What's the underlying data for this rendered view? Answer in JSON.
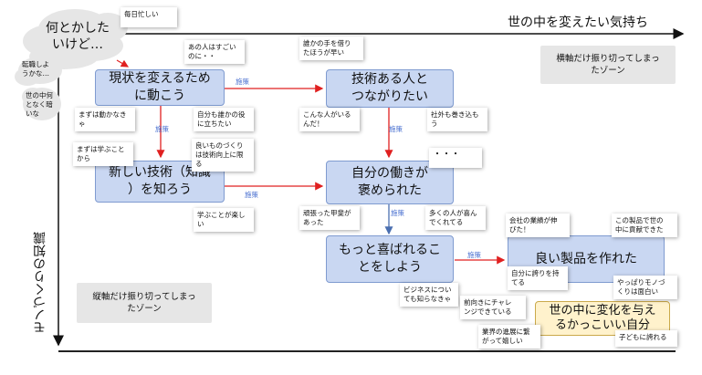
{
  "axis": {
    "x_label": "世の中を変えたい気持ち",
    "y_label": "モノづくりの知識"
  },
  "zones": {
    "horizontal": "横軸だけ振り切ってしまっ\nたゾーン",
    "vertical": "縦軸だけ振り切ってしまっ\nたゾーン"
  },
  "cloud": {
    "main": "何とかした\nいけど…",
    "small1": "転職しよ\nうかな…",
    "small2": "世の中何\nとなく暗\nいな"
  },
  "boxes": {
    "b1": "現状を変えるため\nに動こう",
    "b2": "技術ある人と\nつながりたい",
    "b3": "新しい技術（知識\n）を知ろう",
    "b4": "自分の働きが\n褒められた",
    "b5": "もっと喜ばれるこ\nとをしよう",
    "b6": "良い製品を作れた",
    "b7": "世の中に変化を与え\nるかっこいい自分"
  },
  "edge_label": "施策",
  "notes": {
    "n1": "毎日忙しい",
    "n2": "あの人はすごい\nのに・・",
    "n3": "誰かの手を借り\nたほうが早い",
    "n4": "まずは動かなき\nゃ",
    "n5": "自分も誰かの役\nに立ちたい",
    "n6": "こんな人がいる\nんだ！",
    "n7": "社外も巻き込も\nう",
    "n8": "まずは学ぶこと\nから",
    "n9": "良いものづくり\nは技術向上に限\nる",
    "n10": "・・・",
    "n11": "学ぶことが楽し\nい",
    "n12": "頑張った甲斐が\nあった",
    "n13": "多くの人が喜ん\nでくれてる",
    "n14": "会社の業績が伸\nびた！",
    "n15": "この製品で世の\n中に貢献できた",
    "n16": "自分に誇りを持\nてる",
    "n17": "ビジネスについ\nても知らなきゃ",
    "n18": "前向きにチャレ\nンジできている",
    "n19": "やっぱりモノづ\nくりは面白い",
    "n20": "業界の進展に繋\nがって嬉しい",
    "n21": "子どもに誇れる"
  },
  "colors": {
    "box_fill": "#c9d7f2",
    "box_border": "#7f9bd0",
    "arrow_red": "#e02020",
    "arrow_blue": "#4a6fb0",
    "final_fill": "#fff2cc"
  }
}
